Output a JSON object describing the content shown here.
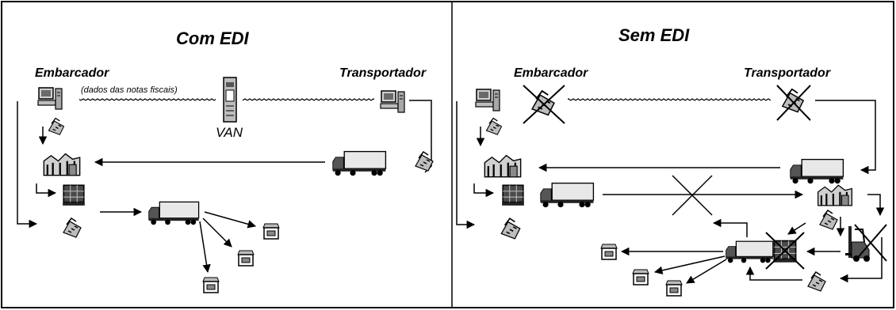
{
  "left_panel": {
    "title": "Com EDI",
    "shipper": "Embarcador",
    "carrier": "Transportador",
    "note": "(dados das notas fiscais)",
    "van": "VAN"
  },
  "right_panel": {
    "title": "Sem EDI",
    "shipper": "Embarcador",
    "carrier": "Transportador"
  },
  "icons": {
    "computer": "computer-icon",
    "fax": "fax-icon",
    "warehouse": "warehouse-icon",
    "pallet": "pallet-stack-icon",
    "truck": "truck-icon",
    "shop": "shop-icon",
    "forklift": "forklift-icon",
    "server": "van-server-icon"
  },
  "colors": {
    "line": "#000000",
    "background": "#ffffff",
    "icon_gray": "#9a9a9a"
  }
}
